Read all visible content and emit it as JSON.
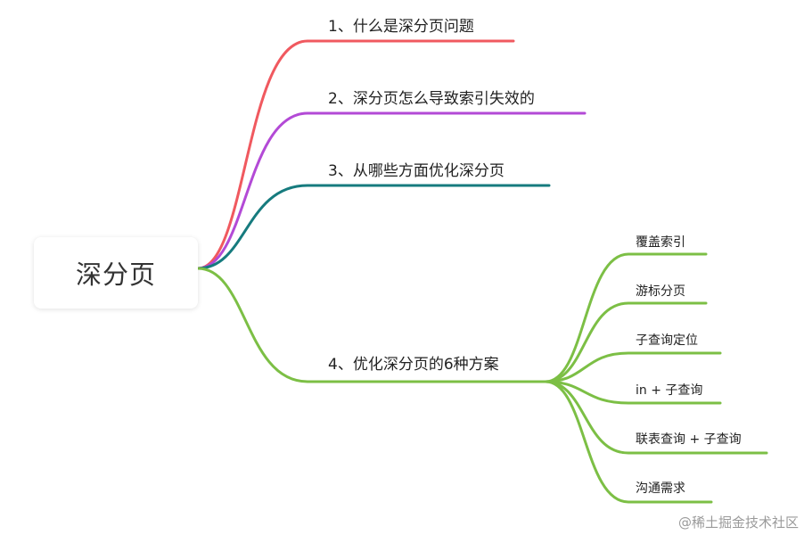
{
  "root": {
    "label": "深分页"
  },
  "branches": [
    {
      "label": "1、什么是深分页问题",
      "color": "#f0595f"
    },
    {
      "label": "2、深分页怎么导致索引失效的",
      "color": "#b34ad6"
    },
    {
      "label": "3、从哪些方面优化深分页",
      "color": "#167b7e"
    },
    {
      "label": "4、优化深分页的6种方案",
      "color": "#7cbf45"
    }
  ],
  "leaves": [
    {
      "label": "覆盖索引"
    },
    {
      "label": "游标分页"
    },
    {
      "label": "子查询定位"
    },
    {
      "label": "in + 子查询"
    },
    {
      "label": "联表查询 + 子查询"
    },
    {
      "label": "沟通需求"
    }
  ],
  "watermark": "@稀土掘金技术社区"
}
